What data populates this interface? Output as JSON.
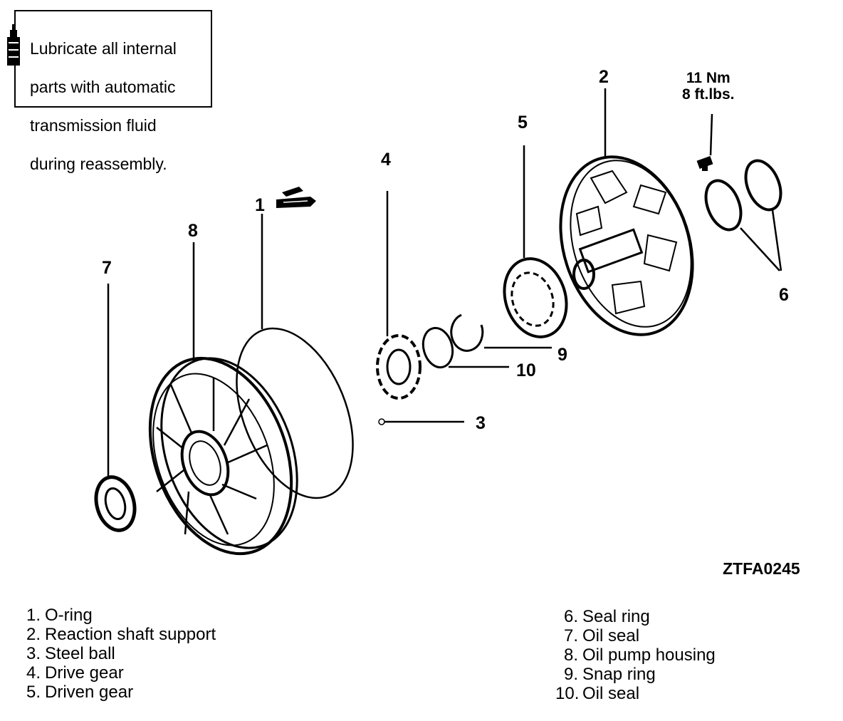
{
  "note": {
    "lines": [
      "Lubricate all internal",
      "parts with automatic",
      "transmission fluid",
      "during reassembly."
    ]
  },
  "callouts": {
    "c1": "1",
    "c2": "2",
    "c3": "3",
    "c4": "4",
    "c5": "5",
    "c6": "6",
    "c7": "7",
    "c8": "8",
    "c9": "9",
    "c10": "10"
  },
  "torque": {
    "nm": "11 Nm",
    "ftlbs": "8 ft.lbs."
  },
  "figure_code": "ZTFA0245",
  "legend_left": [
    {
      "num": "1.",
      "label": "O-ring"
    },
    {
      "num": "2.",
      "label": "Reaction shaft support"
    },
    {
      "num": "3.",
      "label": "Steel ball"
    },
    {
      "num": "4.",
      "label": "Drive gear"
    },
    {
      "num": "5.",
      "label": "Driven gear"
    }
  ],
  "legend_right": [
    {
      "num": "6.",
      "label": "Seal ring"
    },
    {
      "num": "7.",
      "label": "Oil seal"
    },
    {
      "num": "8.",
      "label": "Oil pump housing"
    },
    {
      "num": "9.",
      "label": "Snap ring"
    },
    {
      "num": "10.",
      "label": "Oil seal"
    }
  ],
  "icons": [
    "oil-can-icon",
    "lubricant-tube-icon"
  ]
}
